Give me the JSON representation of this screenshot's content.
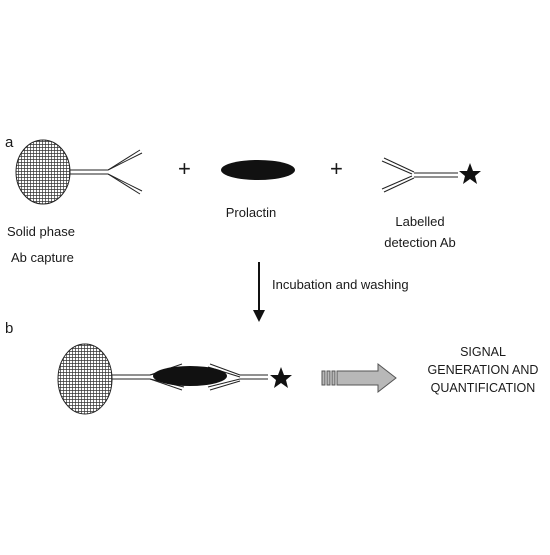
{
  "panel_a": {
    "letter": "a",
    "operator_1": "+",
    "operator_2": "+",
    "solid_phase_line1": "Solid phase",
    "solid_phase_line2": "Ab capture",
    "prolactin_label": "Prolactin",
    "labelled_line1": "Labelled",
    "labelled_line2": "detection Ab"
  },
  "step": {
    "label": "Incubation and washing"
  },
  "panel_b": {
    "letter": "b",
    "signal_line1": "SIGNAL",
    "signal_line2": "GENERATION AND",
    "signal_line3": "QUANTIFICATION"
  },
  "colors": {
    "ink": "#111111",
    "arrow_fill": "#b8b8b8",
    "arrow_stroke": "#555555"
  }
}
